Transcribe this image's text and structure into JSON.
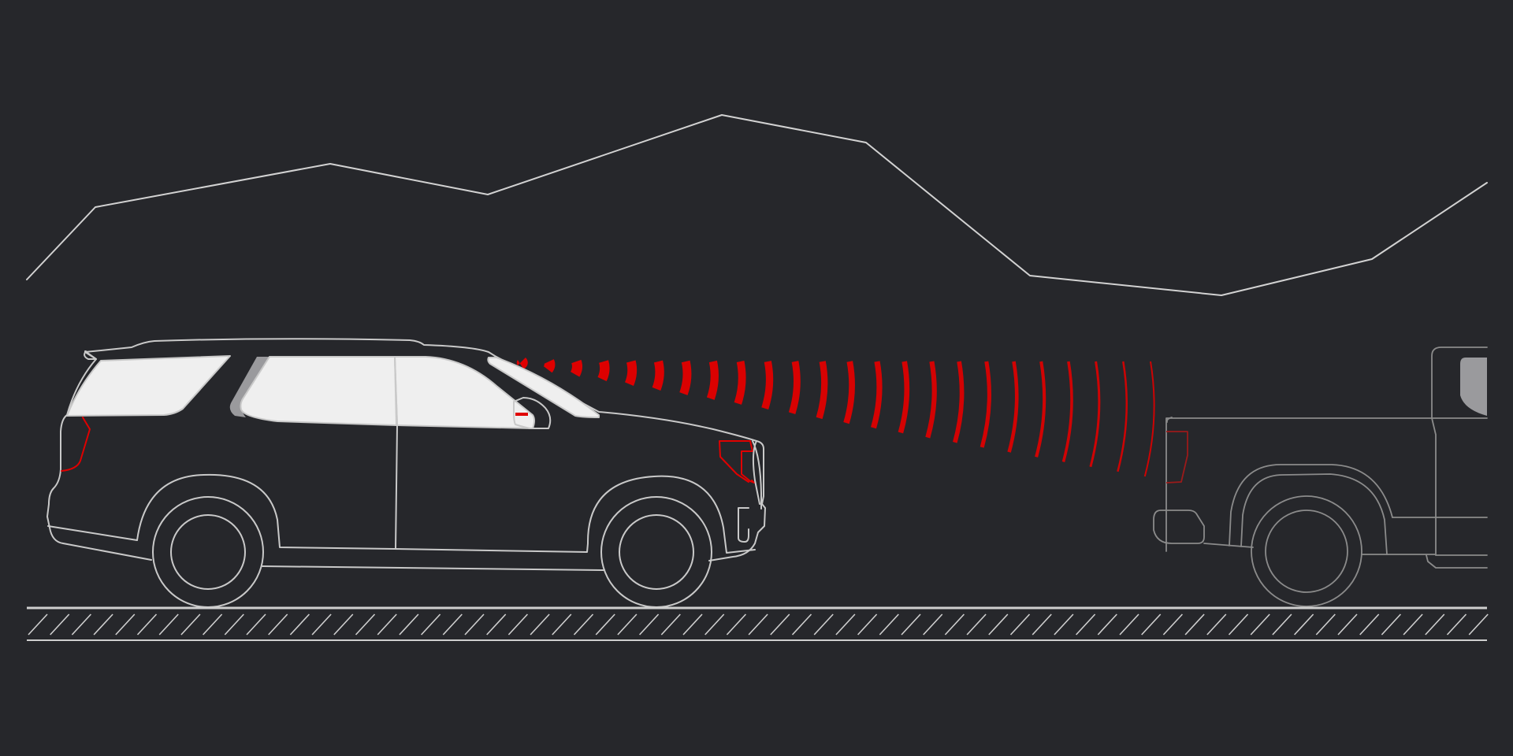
{
  "scene": {
    "background_color": "#26272b",
    "line_color": "#d2d2d2",
    "sensor_color": "#e00000",
    "lead_vehicle_color": "#8b8b8b",
    "wave_count": 24,
    "elements": [
      "mountain-ridge-line",
      "suv-vehicle",
      "radar-wave-fan",
      "pickup-truck-vehicle",
      "road-hatch"
    ]
  }
}
